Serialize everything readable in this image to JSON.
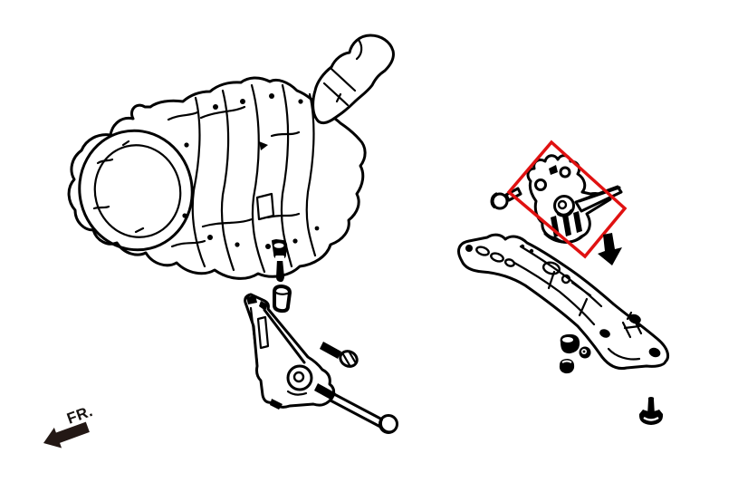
{
  "page": {
    "background": "#ffffff"
  },
  "diagram": {
    "kind": "exploded-parts-illustration",
    "orientation_label": "FR.",
    "colors": {
      "line": "#000000",
      "highlight_box": "#e01111",
      "fr_arrow": "#231815",
      "background": "#ffffff"
    },
    "highlighted_part": "transmission-mount",
    "parts": [
      "transmission",
      "upper-mount-bolt",
      "mount-spacer",
      "front-mount-bracket",
      "short-bolt",
      "long-bolt",
      "small-screw",
      "transmission-mount",
      "down-arrow",
      "rear-crossmember",
      "nut-large",
      "washer-nut",
      "nut-small",
      "flange-screw"
    ]
  }
}
